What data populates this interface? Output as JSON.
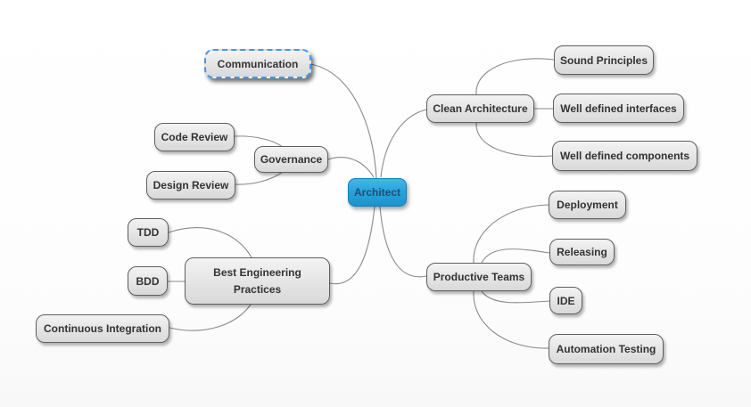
{
  "diagram": {
    "type": "mindmap",
    "root_label": "Architect",
    "selected_node": "Communication"
  },
  "nodes": {
    "architect": {
      "label": "Architect",
      "role": "root"
    },
    "communication": {
      "label": "Communication",
      "selected": true
    },
    "governance": {
      "label": "Governance"
    },
    "code_review": {
      "label": "Code Review"
    },
    "design_review": {
      "label": "Design Review"
    },
    "best_engineering_practices": {
      "label": "Best Engineering Practices"
    },
    "tdd": {
      "label": "TDD"
    },
    "bdd": {
      "label": "BDD"
    },
    "continuous_integration": {
      "label": "Continuous Integration"
    },
    "clean_architecture": {
      "label": "Clean Architecture"
    },
    "sound_principles": {
      "label": "Sound Principles"
    },
    "well_defined_interfaces": {
      "label": "Well defined interfaces"
    },
    "well_defined_components": {
      "label": "Well defined components"
    },
    "productive_teams": {
      "label": "Productive Teams"
    },
    "deployment": {
      "label": "Deployment"
    },
    "releasing": {
      "label": "Releasing"
    },
    "ide": {
      "label": "IDE"
    },
    "automation_testing": {
      "label": "Automation Testing"
    }
  },
  "hierarchy": {
    "Architect": [
      "Communication",
      "Governance",
      "Best Engineering Practices",
      "Clean Architecture",
      "Productive Teams"
    ],
    "Governance": [
      "Code Review",
      "Design Review"
    ],
    "Best Engineering Practices": [
      "TDD",
      "BDD",
      "Continuous Integration"
    ],
    "Clean Architecture": [
      "Sound Principles",
      "Well defined interfaces",
      "Well defined components"
    ],
    "Productive Teams": [
      "Deployment",
      "Releasing",
      "IDE",
      "Automation Testing"
    ]
  },
  "colors": {
    "root_fill": "#2aa7dc",
    "root_border": "#1581b3",
    "root_text": "#1a4f79",
    "node_fill": "#e4e4e4",
    "node_border": "#5f5f5f",
    "node_text": "#333333",
    "connector": "#8a8a8a",
    "selection_dash": "#4596e8",
    "canvas": "#ffffff"
  }
}
